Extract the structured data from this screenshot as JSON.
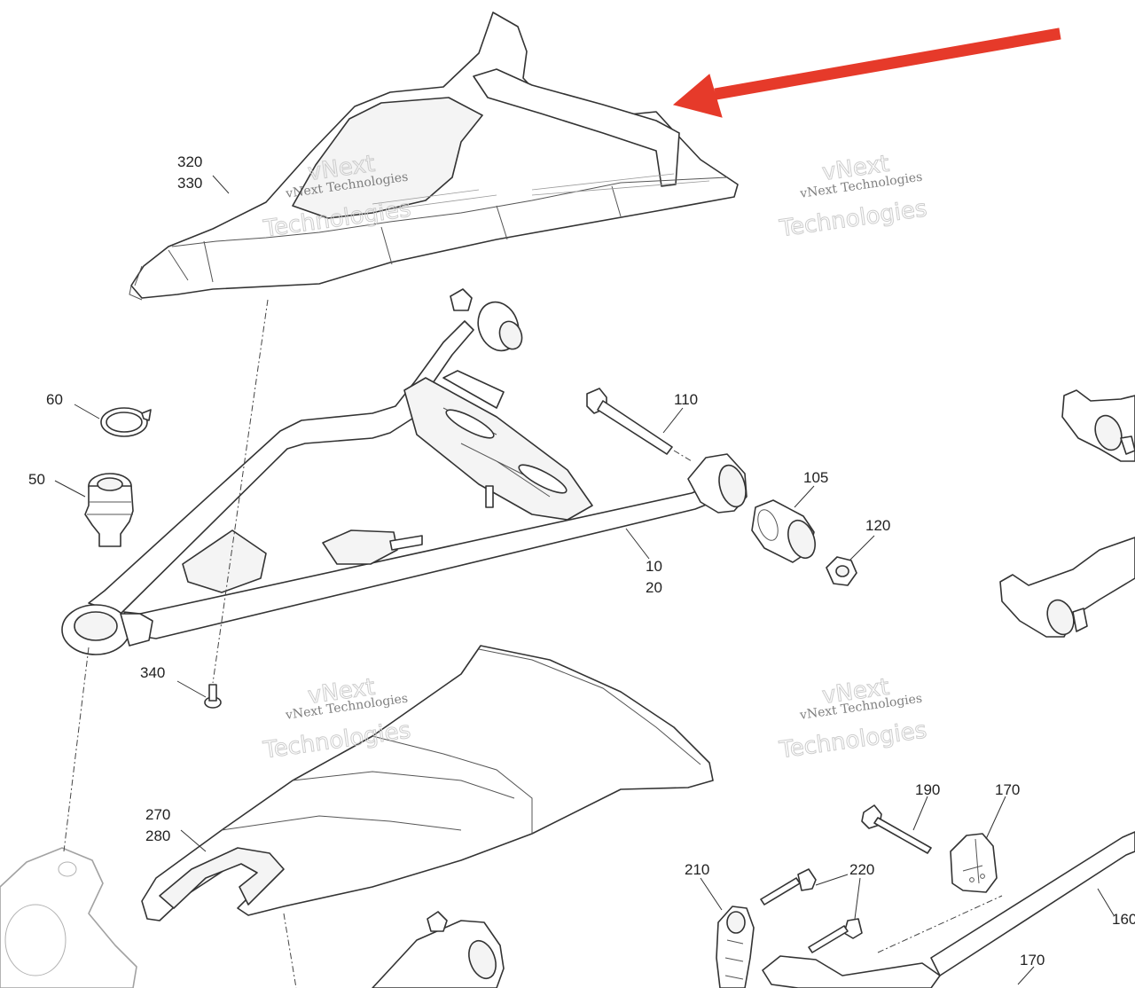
{
  "diagram": {
    "callouts": {
      "c320": "320",
      "c330": "330",
      "c60": "60",
      "c50": "50",
      "c110": "110",
      "c105": "105",
      "c120": "120",
      "c10": "10",
      "c20": "20",
      "c340": "340",
      "c270": "270",
      "c280": "280",
      "c190": "190",
      "c170a": "170",
      "c210": "210",
      "c220": "220",
      "c160": "160",
      "c170b": "170"
    },
    "watermark": {
      "line1": "vNext Technologies",
      "big1": "vNext",
      "big2": "Technologies"
    },
    "arrow_color": "#e63a2a"
  }
}
